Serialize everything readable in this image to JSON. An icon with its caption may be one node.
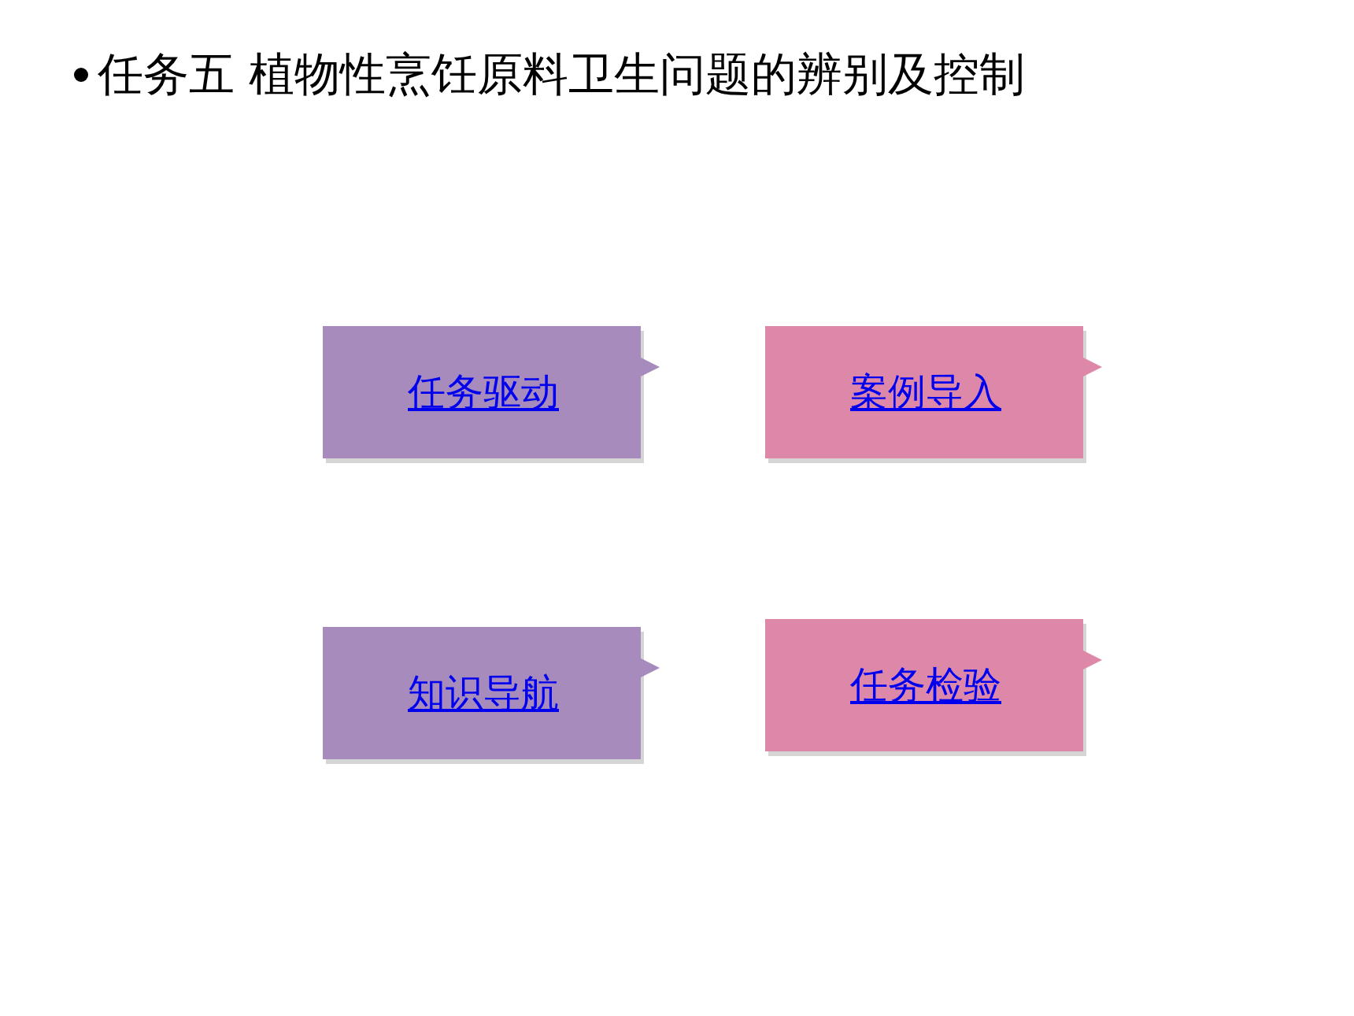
{
  "diagram": {
    "title": "任务五 植物性烹饪原料卫生问题的辨别及控制",
    "nodes": [
      {
        "text": [
          "任务驱动"
        ]
      },
      {
        "text": [
          "案例导入"
        ]
      },
      {
        "text": [
          "知识导航"
        ]
      },
      {
        "text": [
          "任务检验"
        ]
      }
    ]
  }
}
